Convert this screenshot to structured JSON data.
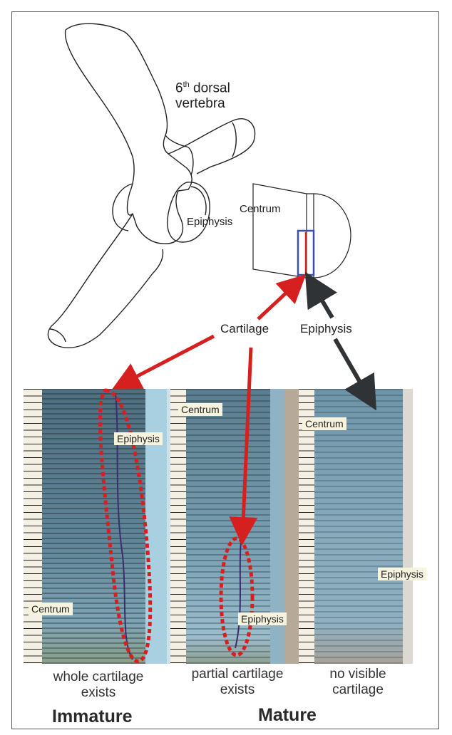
{
  "title_line1": "6",
  "title_sup": "th",
  "title_line1_rest": " dorsal",
  "title_line2": "vertebra",
  "drawing_labels": {
    "epiphysis": "Epiphysis",
    "centrum": "Centrum"
  },
  "arrow_labels": {
    "cartilage": "Cartilage",
    "epiphysis": "Epiphysis"
  },
  "panels": [
    {
      "centrum_label": "Centrum",
      "epiphysis_label": "Epiphysis",
      "caption_line1": "whole cartilage",
      "caption_line2": "exists"
    },
    {
      "centrum_label": "Centrum",
      "epiphysis_label": "Epiphysis",
      "caption_line1": "partial cartilage",
      "caption_line2": "exists"
    },
    {
      "centrum_label": "Centrum",
      "epiphysis_label": "Epiphysis",
      "caption_line1": "no visible",
      "caption_line2": "cartilage"
    }
  ],
  "stages": {
    "immature": "Immature",
    "mature": "Mature"
  },
  "colors": {
    "cartilage_arrow": "#d62020",
    "epiphysis_arrow": "#2f3336",
    "tissue": "#5f8599",
    "highlight_box": "#3a4fb0"
  }
}
